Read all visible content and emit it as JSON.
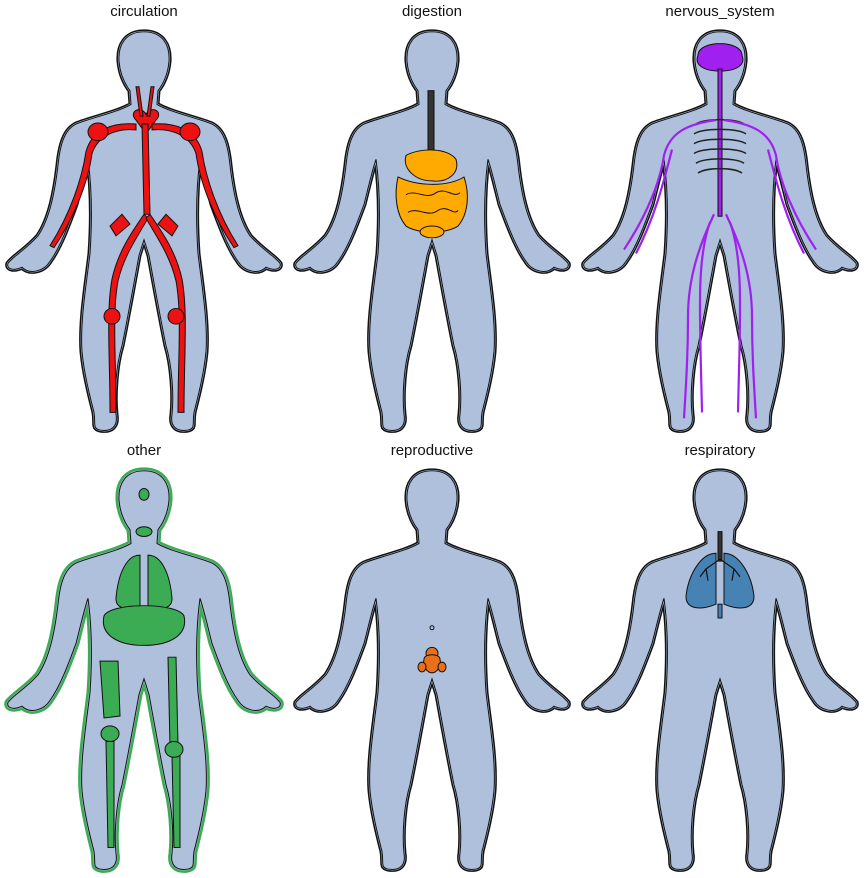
{
  "colors": {
    "body_fill": "#aec0dc",
    "outline": "#111111",
    "circulation": "#ee1111",
    "digestion": "#ffaa00",
    "nervous_system": "#a020f0",
    "other": "#3cac54",
    "reproductive": "#e8701a",
    "respiratory": "#4682b4"
  },
  "panels": [
    {
      "title": "circulation",
      "system": "circulation"
    },
    {
      "title": "digestion",
      "system": "digestion"
    },
    {
      "title": "nervous_system",
      "system": "nervous_system"
    },
    {
      "title": "other",
      "system": "other"
    },
    {
      "title": "reproductive",
      "system": "reproductive"
    },
    {
      "title": "respiratory",
      "system": "respiratory"
    }
  ]
}
